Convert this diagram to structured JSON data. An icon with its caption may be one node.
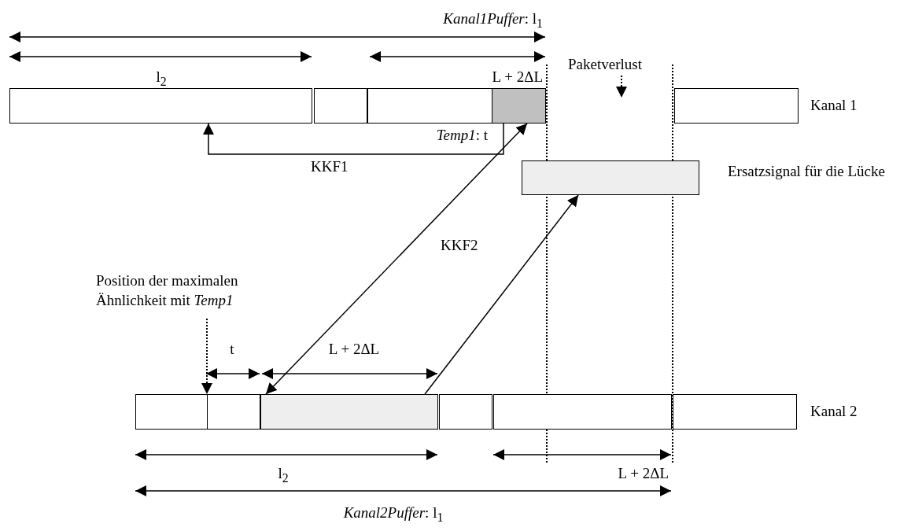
{
  "diagram": {
    "nodes": [
      {
        "text": [
          "Paketverlust"
        ]
      },
      {
        "text": [],
        "shape": "box"
      },
      {
        "text": [],
        "shape": "box"
      },
      {
        "text": [],
        "shape": "box"
      },
      {
        "text": [],
        "shape": "box",
        "beside": [
          "*Temp1*: t"
        ]
      },
      {
        "text": [],
        "shape": "box"
      },
      {
        "text": [],
        "shape": "box",
        "beside": [
          "Ersatzsignal für die Lücke"
        ]
      },
      {
        "text": [
          "Position der maximalen Ähnlichkeit mit *Temp1*"
        ]
      },
      {
        "text": [],
        "shape": "box"
      },
      {
        "text": [],
        "shape": "box"
      },
      {
        "text": [],
        "shape": "box"
      },
      {
        "text": [],
        "shape": "box"
      },
      {
        "text": [],
        "shape": "box"
      },
      {
        "text": [],
        "shape": "box"
      }
    ],
    "edges": [
      {
        "from": 0,
        "to": null,
        "arrow": "to",
        "style": "dashed"
      },
      {
        "from": 4,
        "to": 1,
        "arrow": "to",
        "label": "KKF1"
      },
      {
        "from": 4,
        "to": 10,
        "arrow": "both",
        "label": "KKF2"
      },
      {
        "from": 7,
        "to": 9,
        "arrow": "to",
        "style": "dashed"
      },
      {
        "from": 10,
        "to": 6,
        "arrow": "to"
      }
    ],
    "labels": [
      "*Kanal1Puffer*: l$_{1}$",
      "l$_{2}$",
      "L + 2ΔL",
      "Kanal 1",
      "t",
      "L + 2ΔL",
      "Kanal 2",
      "l$_{2}$",
      "L + 2ΔL",
      "*Kanal2Puffer*: l$_{1}$"
    ]
  }
}
